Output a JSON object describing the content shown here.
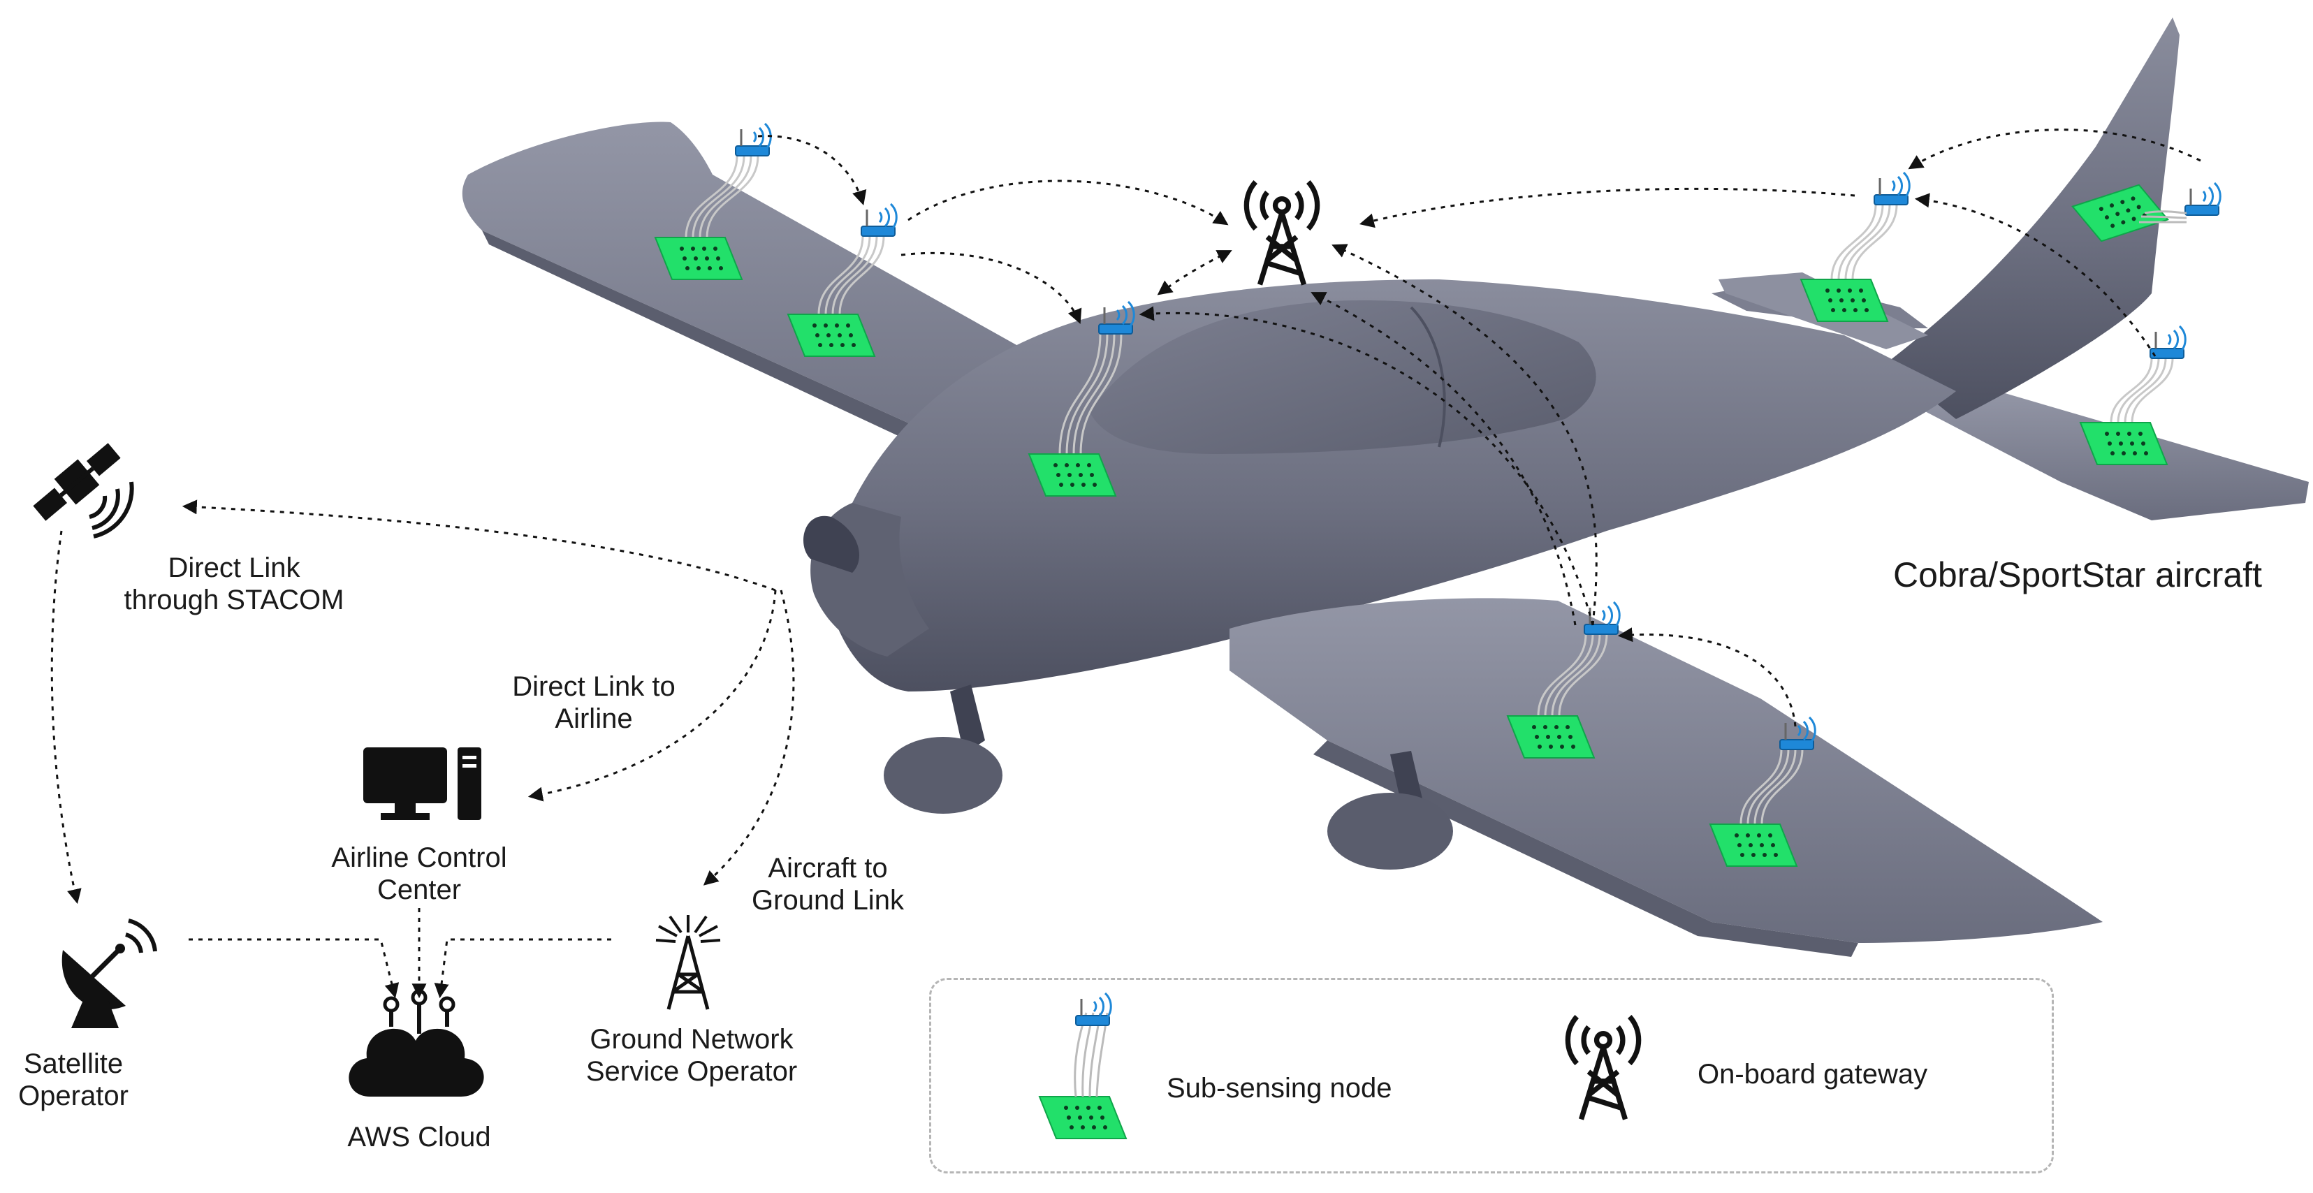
{
  "labels": {
    "aircraft": "Cobra/SportStar aircraft",
    "satellite_link": [
      "Direct Link",
      "through STACOM"
    ],
    "airline_link": [
      "Direct Link to",
      "Airline"
    ],
    "ground_link": [
      "Aircraft to",
      "Ground Link"
    ],
    "airline_center": [
      "Airline Control",
      "Center"
    ],
    "satellite_operator": [
      "Satellite",
      "Operator"
    ],
    "aws_cloud": "AWS Cloud",
    "ground_operator": [
      "Ground Network",
      "Service Operator"
    ]
  },
  "legend": {
    "sub_sensing_node": "Sub-sensing node",
    "onboard_gateway": "On-board gateway"
  },
  "colors": {
    "aircraft_body": "#6f7283",
    "sensor_patch": "#22e06a",
    "router_blue": "#1e88d8",
    "icon_dark": "#111111"
  }
}
